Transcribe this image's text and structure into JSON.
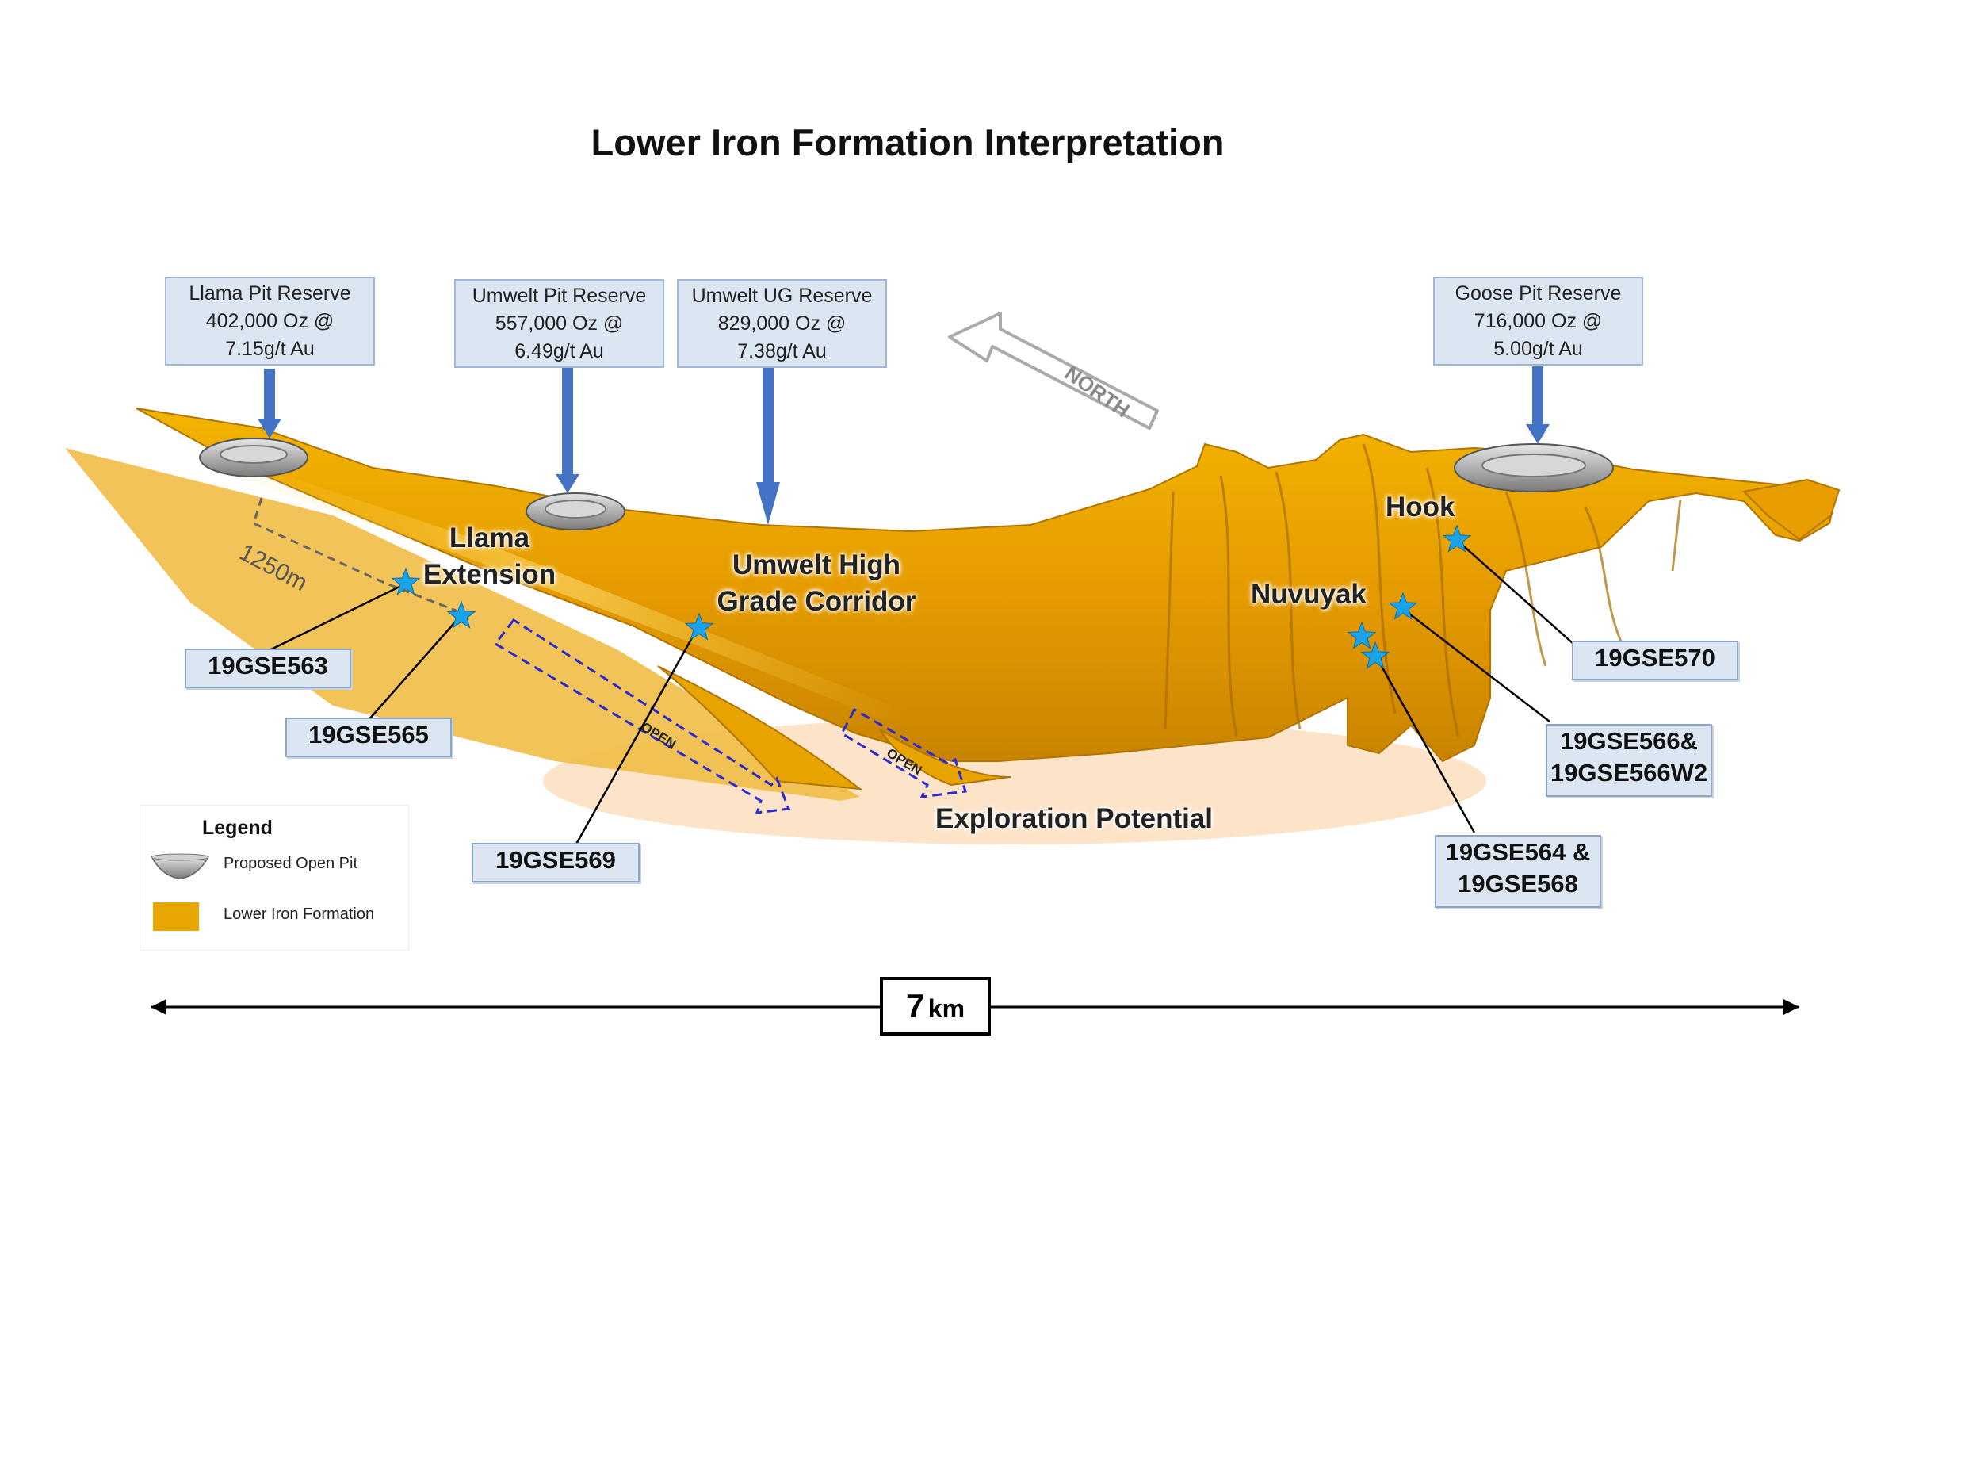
{
  "title": "Lower Iron Formation Interpretation",
  "reserves": [
    {
      "id": "llama-pit",
      "lines": [
        "Llama Pit Reserve",
        "402,000 Oz @",
        "7.15g/t Au"
      ]
    },
    {
      "id": "umwelt-pit",
      "lines": [
        "Umwelt Pit Reserve",
        "557,000 Oz @",
        "6.49g/t Au"
      ]
    },
    {
      "id": "umwelt-ug",
      "lines": [
        "Umwelt UG Reserve",
        "829,000 Oz @",
        "7.38g/t Au"
      ]
    },
    {
      "id": "goose-pit",
      "lines": [
        "Goose Pit Reserve",
        "716,000 Oz @",
        "5.00g/t Au"
      ]
    }
  ],
  "north_label": "NORTH",
  "area_labels": {
    "llama_extension": [
      "Llama",
      "Extension"
    ],
    "umwelt_corridor": [
      "Umwelt High",
      "Grade Corridor"
    ],
    "nuvuyak": "Nuvuyak",
    "hook": "Hook",
    "exploration": "Exploration Potential"
  },
  "distance_label": "1250m",
  "open_label": "OPEN",
  "drill_holes": [
    {
      "id": "19gse563",
      "lines": [
        "19GSE563"
      ]
    },
    {
      "id": "19gse565",
      "lines": [
        "19GSE565"
      ]
    },
    {
      "id": "19gse569",
      "lines": [
        "19GSE569"
      ]
    },
    {
      "id": "19gse570",
      "lines": [
        "19GSE570"
      ]
    },
    {
      "id": "19gse566",
      "lines": [
        "19GSE566&",
        "19GSE566W2"
      ]
    },
    {
      "id": "19gse564",
      "lines": [
        "19GSE564 &",
        "19GSE568"
      ]
    }
  ],
  "legend": {
    "title": "Legend",
    "items": [
      {
        "label": "Proposed Open Pit",
        "icon": "open-pit-icon"
      },
      {
        "label": "Lower Iron Formation",
        "icon": "iron-formation-swatch",
        "color": "#e8a600"
      }
    ]
  },
  "scale": {
    "value": "7",
    "unit": "km"
  },
  "colors": {
    "iron_formation": "#e8a600",
    "iron_formation_dark": "#b87800",
    "reserve_box": "#dce6f2",
    "arrow": "#4472c4",
    "star": "#1aa3e8",
    "exploration_zone": "#fde3c8",
    "open_arrow": "#2a2ad0"
  }
}
